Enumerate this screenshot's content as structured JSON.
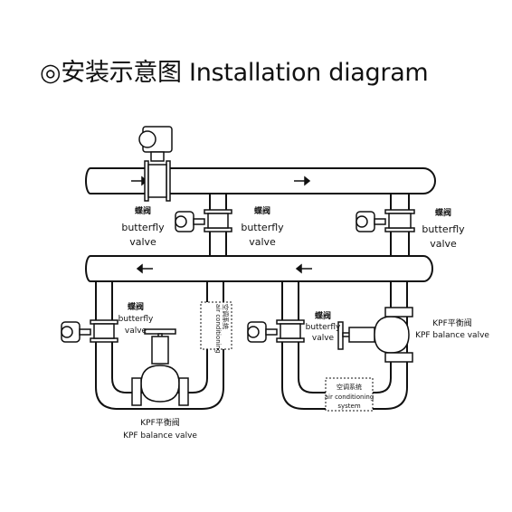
{
  "title": "◎安装示意图 Installation diagram",
  "labels": {
    "bv_top_mid_cn": "蝶阀",
    "bv_top_mid_en1": "butterfly",
    "bv_top_mid_en2": "valve",
    "bv_top_center_cn": "蝶阀",
    "bv_top_center_en1": "butterfly",
    "bv_top_center_en2": "valve",
    "bv_top_right_cn": "蝶阀",
    "bv_top_right_en1": "butterfly",
    "bv_top_right_en2": "valve",
    "bv_left_cn": "蝶阀",
    "bv_left_en1": "butterfly",
    "bv_left_en2": "valve",
    "bv_right_cn": "蝶阀",
    "bv_right_en1": "butterfly",
    "bv_right_en2": "valve",
    "kpf_left_cn": "KPF平衡阀",
    "kpf_left_en": "KPF balance valve",
    "kpf_right_cn": "KPF平衡阀",
    "kpf_right_en": "KPF balance valve",
    "ac_left_cn": "空调系统",
    "ac_left_en": "air conditioning",
    "ac_bottom_cn": "空调系统",
    "ac_bottom_en1": "air conditioning",
    "ac_bottom_en2": "system"
  }
}
